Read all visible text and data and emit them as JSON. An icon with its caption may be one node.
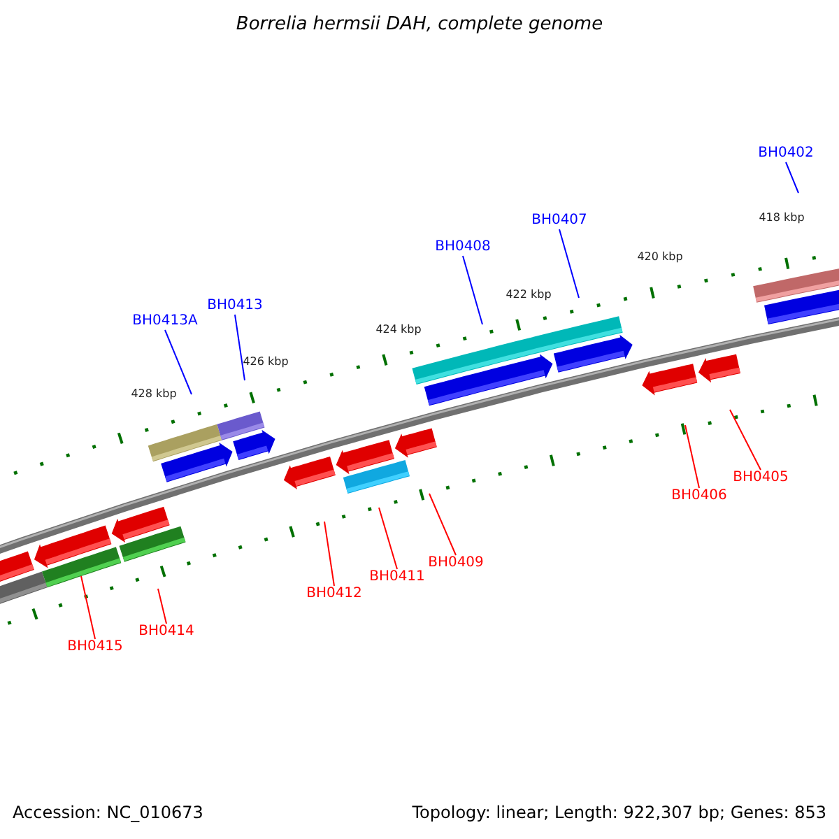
{
  "diagram": {
    "title": "Borrelia hermsii DAH, complete genome",
    "nodes": [
      {
        "text": [
          "BH0402"
        ]
      },
      {
        "text": [
          "BH0407"
        ]
      },
      {
        "text": [
          "BH0408"
        ]
      },
      {
        "text": [
          "BH0413"
        ]
      },
      {
        "text": [
          "BH0413A"
        ]
      },
      {
        "text": [
          "BH0405"
        ]
      },
      {
        "text": [
          "BH0406"
        ]
      },
      {
        "text": [
          "BH0409"
        ]
      },
      {
        "text": [
          "BH0411"
        ]
      },
      {
        "text": [
          "BH0412"
        ]
      },
      {
        "text": [
          "BH0414"
        ]
      },
      {
        "text": [
          "BH0415"
        ]
      }
    ],
    "edges": [
      {
        "from": 0,
        "to": null,
        "arrow": "none",
        "color": "#0000ff"
      },
      {
        "from": 1,
        "to": null,
        "arrow": "none",
        "color": "#0000ff"
      },
      {
        "from": 2,
        "to": null,
        "arrow": "none",
        "color": "#0000ff"
      },
      {
        "from": 3,
        "to": null,
        "arrow": "none",
        "color": "#0000ff"
      },
      {
        "from": 4,
        "to": null,
        "arrow": "none",
        "color": "#0000ff"
      },
      {
        "from": 5,
        "to": null,
        "arrow": "none"
      },
      {
        "from": 6,
        "to": null,
        "arrow": "none"
      },
      {
        "from": 7,
        "to": null,
        "arrow": "none"
      },
      {
        "from": 8,
        "to": null,
        "arrow": "none"
      },
      {
        "from": 9,
        "to": null,
        "arrow": "none"
      },
      {
        "from": 10,
        "to": null,
        "arrow": "none"
      },
      {
        "from": 11,
        "to": null,
        "arrow": "none"
      }
    ],
    "labels": [
      "418 kbp",
      "420 kbp",
      "422 kbp",
      "424 kbp",
      "426 kbp",
      "428 kbp",
      "Accession: NC_010673",
      "Topology: linear; Length: 922,307 bp; Genes: 853"
    ]
  }
}
